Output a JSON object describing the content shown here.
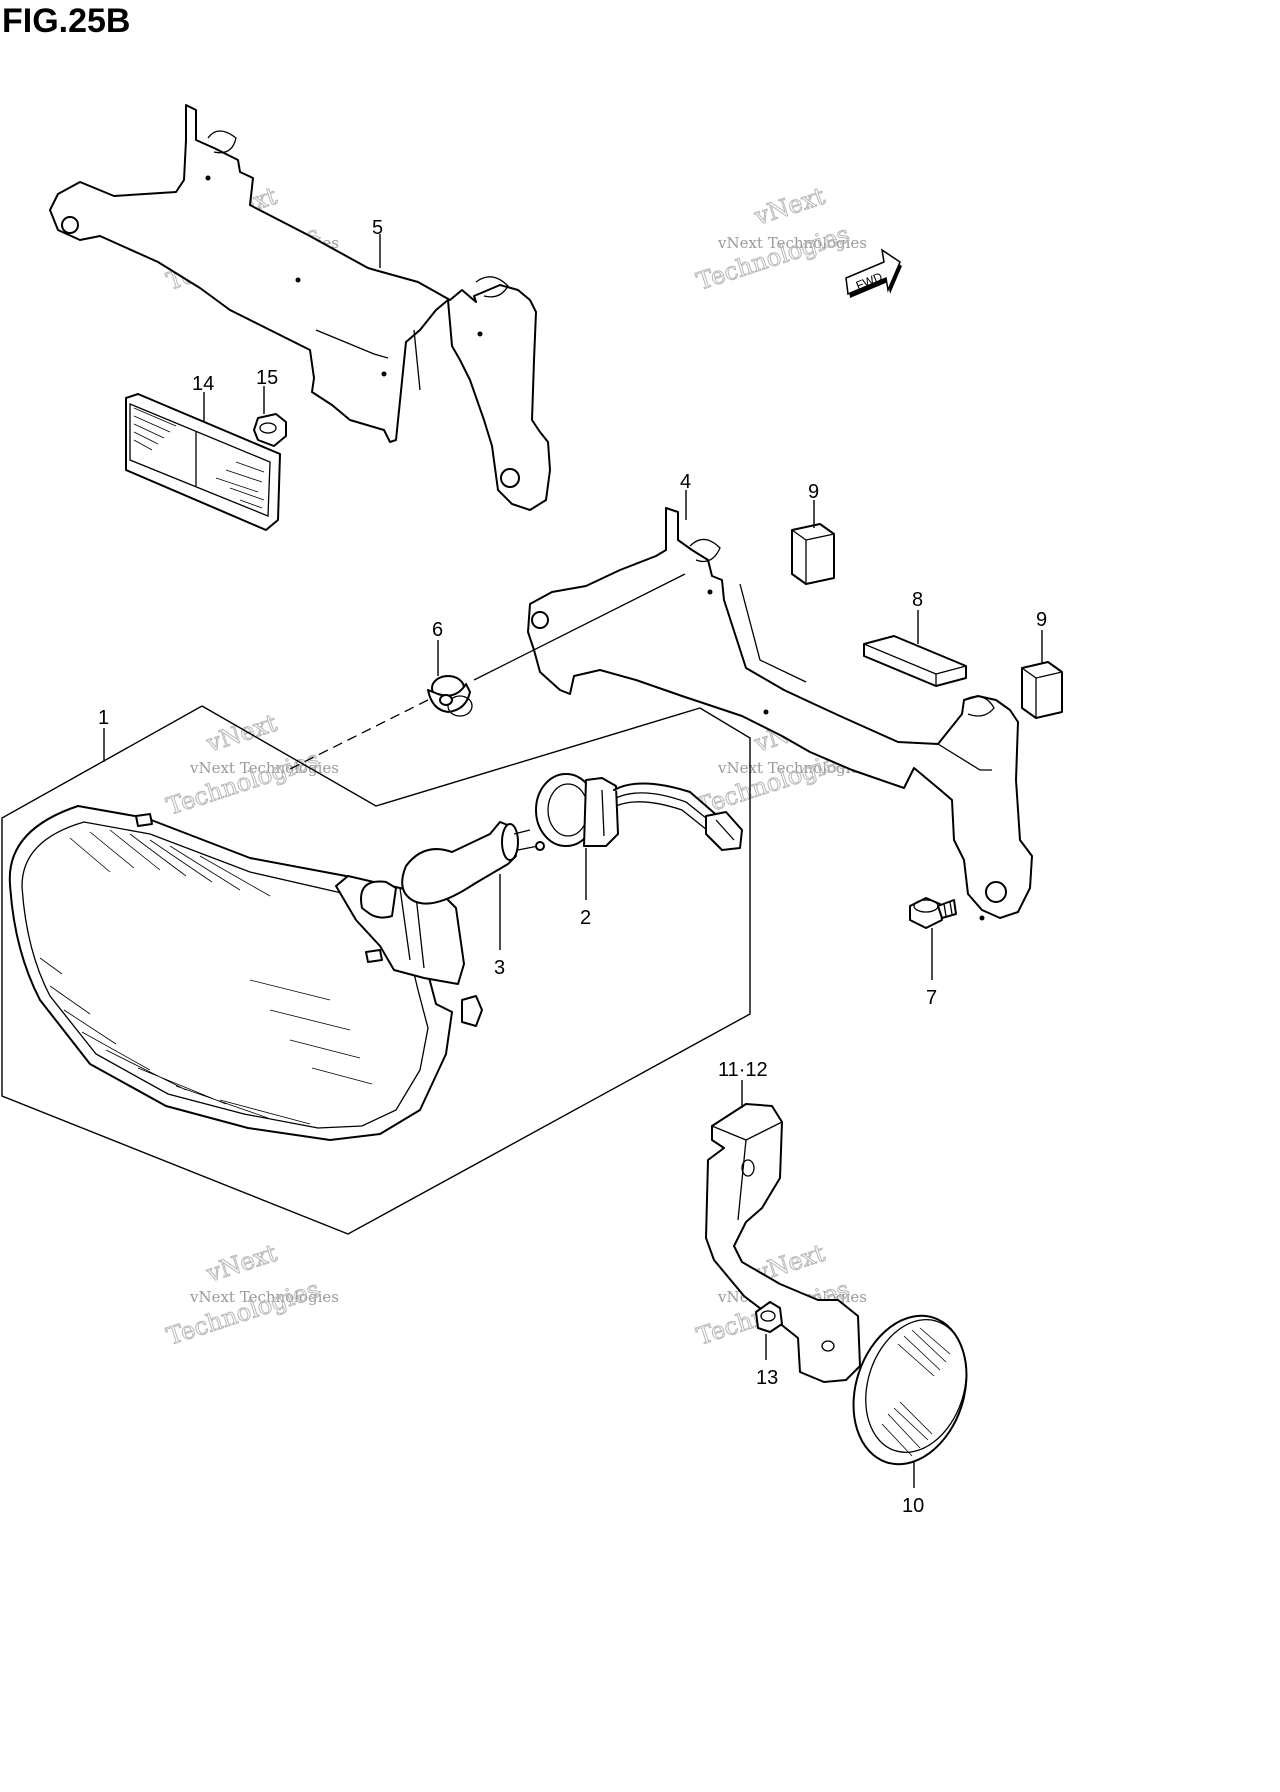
{
  "figure": {
    "title": "FIG.25B"
  },
  "watermark": {
    "line1": "vNext",
    "line2": "vNext Technologies",
    "line3": "Technologies"
  },
  "fwd_arrow": {
    "label": "FWD"
  },
  "callouts": {
    "p1": "1",
    "p2": "2",
    "p3": "3",
    "p4": "4",
    "p5": "5",
    "p6": "6",
    "p7": "7",
    "p8": "8",
    "p9a": "9",
    "p9b": "9",
    "p10": "10",
    "p11_12": "11·12",
    "p13": "13",
    "p14": "14",
    "p15": "15"
  }
}
